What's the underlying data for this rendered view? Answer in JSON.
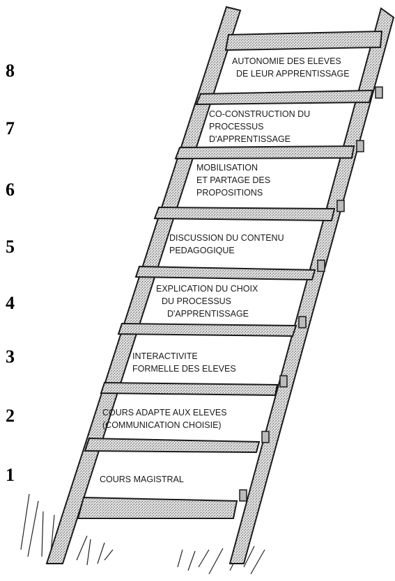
{
  "ladder": {
    "rungs": [
      {
        "level": "1",
        "lines": [
          "COURS MAGISTRAL"
        ]
      },
      {
        "level": "2",
        "lines": [
          "COURS ADAPTE AUX ELEVES",
          "(COMMUNICATION CHOISIE)"
        ]
      },
      {
        "level": "3",
        "lines": [
          "INTERACTIVITE",
          "FORMELLE DES ELEVES"
        ]
      },
      {
        "level": "4",
        "lines": [
          "EXPLICATION DU CHOIX",
          "DU PROCESSUS",
          "D'APPRENTISSAGE"
        ]
      },
      {
        "level": "5",
        "lines": [
          "DISCUSSION DU CONTENU",
          "PEDAGOGIQUE"
        ]
      },
      {
        "level": "6",
        "lines": [
          "MOBILISATION",
          "ET PARTAGE DES",
          "PROPOSITIONS"
        ]
      },
      {
        "level": "7",
        "lines": [
          "CO-CONSTRUCTION DU",
          "PROCESSUS",
          "D'APPRENTISSAGE"
        ]
      },
      {
        "level": "8",
        "lines": [
          "AUTONOMIE DES ELEVES",
          "DE LEUR APPRENTISSAGE"
        ]
      }
    ]
  }
}
